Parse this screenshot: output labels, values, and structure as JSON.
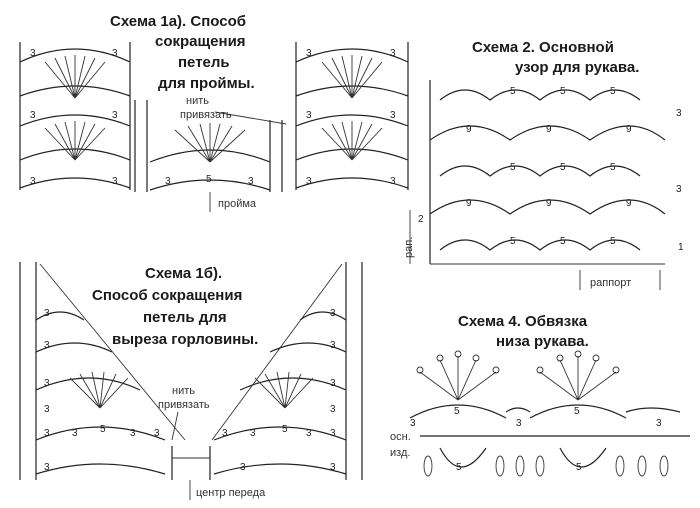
{
  "scheme_1a": {
    "title_lines": [
      "Схема 1а). Способ",
      "сокращения",
      "петель",
      "для проймы."
    ],
    "tie_label_lines": [
      "нить",
      "привязать"
    ],
    "armhole_label": "пройма",
    "nums": [
      "3",
      "3",
      "3",
      "3",
      "3",
      "3",
      "3",
      "5",
      "3",
      "3",
      "3",
      "3",
      "3",
      "3",
      "3"
    ]
  },
  "scheme_1b": {
    "title_lines": [
      "Схема 1б).",
      "Способ сокращения",
      "петель для",
      "выреза горловины."
    ],
    "tie_label_lines": [
      "нить",
      "привязать"
    ],
    "center_label": "центр переда",
    "nums": [
      "3",
      "3",
      "3",
      "3",
      "3",
      "3",
      "3",
      "3",
      "5",
      "3",
      "3",
      "3",
      "5",
      "3",
      "3",
      "3",
      "3",
      "3",
      "3",
      "3",
      "3"
    ]
  },
  "scheme_2": {
    "title_lines": [
      "Схема 2. Основной",
      "узор для рукава."
    ],
    "rapport_label": "раппорт",
    "rap_label": "рап.",
    "row_marks": [
      "3",
      "2",
      "1",
      "3"
    ],
    "nums": [
      "5",
      "5",
      "5",
      "9",
      "9",
      "9",
      "5",
      "5",
      "5",
      "9",
      "9",
      "9",
      "5",
      "5",
      "5"
    ]
  },
  "scheme_4": {
    "title_lines": [
      "Схема 4. Обвязка",
      "низа рукава."
    ],
    "base_label": "осн.",
    "product_label": "изд.",
    "nums": [
      "5",
      "5",
      "3",
      "3",
      "3",
      "5",
      "5"
    ]
  },
  "colors": {
    "ink": "#222222",
    "background": "#ffffff"
  }
}
